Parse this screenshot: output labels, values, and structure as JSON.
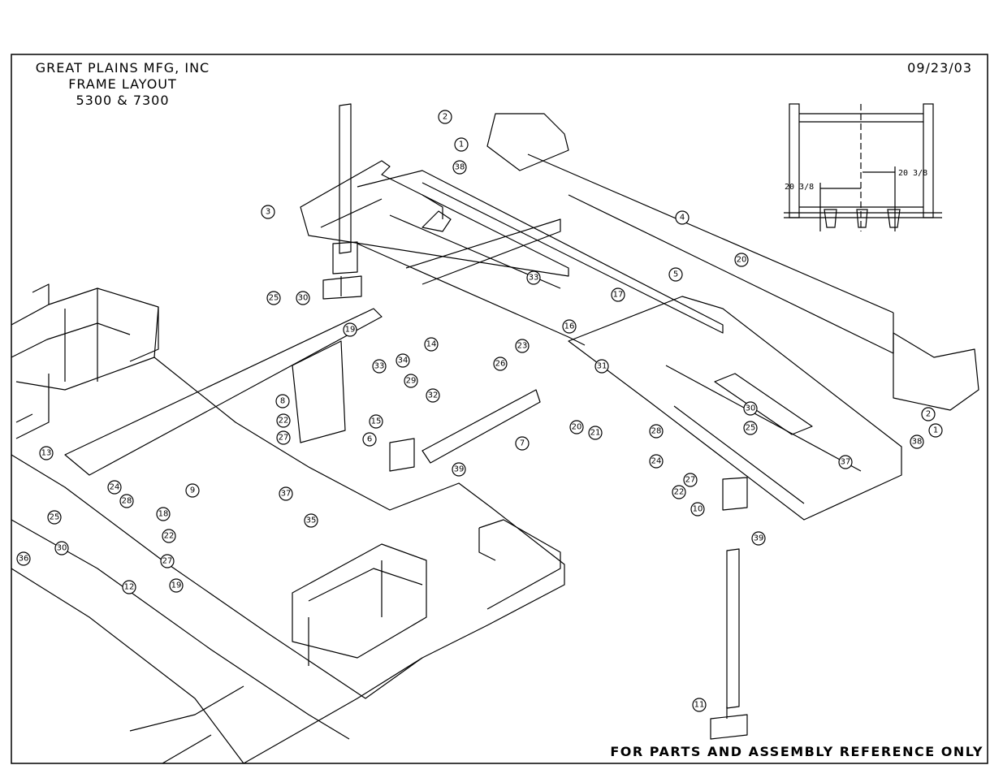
{
  "title_block": {
    "company": "GREAT PLAINS MFG, INC",
    "drawing": "FRAME LAYOUT",
    "models": "5300 & 7300"
  },
  "date": "09/23/03",
  "footer": "FOR PARTS AND ASSEMBLY REFERENCE ONLY",
  "inset": {
    "dim_left": "20 3/8",
    "dim_right": "20 3/8"
  },
  "callouts": [
    "1",
    "1",
    "2",
    "2",
    "3",
    "4",
    "5",
    "6",
    "7",
    "8",
    "9",
    "10",
    "11",
    "12",
    "13",
    "14",
    "15",
    "16",
    "17",
    "18",
    "19",
    "19",
    "20",
    "20",
    "21",
    "22",
    "22",
    "22",
    "23",
    "24",
    "24",
    "25",
    "25",
    "25",
    "26",
    "27",
    "27",
    "27",
    "28",
    "28",
    "29",
    "30",
    "30",
    "30",
    "31",
    "32",
    "33",
    "33",
    "34",
    "35",
    "36",
    "37",
    "37",
    "38",
    "38",
    "39",
    "39"
  ]
}
